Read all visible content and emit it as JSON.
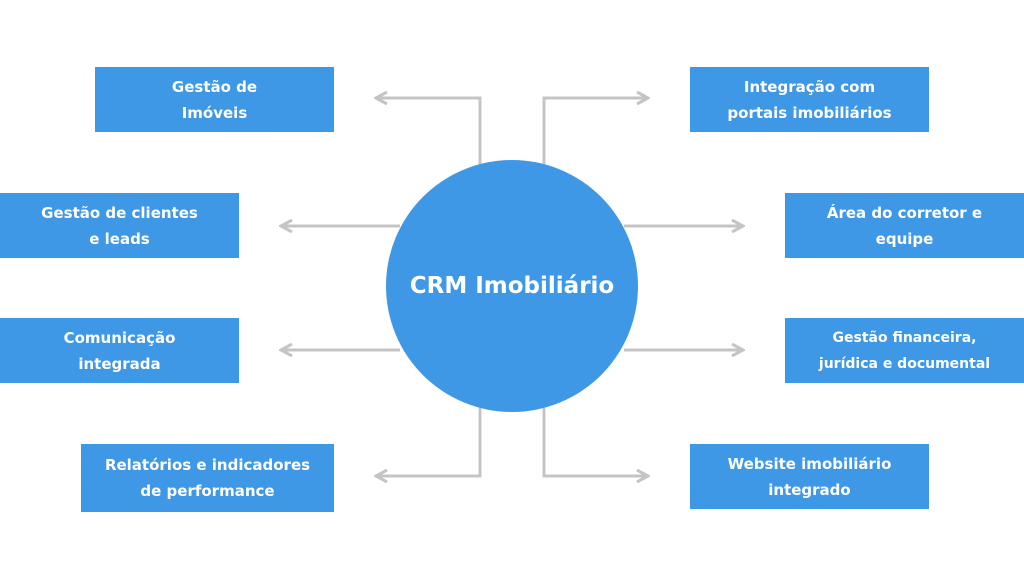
{
  "center": {
    "label": "CRM Imobiliário"
  },
  "left_nodes": [
    {
      "id": "gestao-imoveis",
      "label": "Gestão de\nImóveis"
    },
    {
      "id": "gestao-clientes",
      "label": "Gestão de clientes\ne leads"
    },
    {
      "id": "comunicacao",
      "label": "Comunicação\nintegrada"
    },
    {
      "id": "relatorios",
      "label": "Relatórios e indicadores\nde performance"
    }
  ],
  "right_nodes": [
    {
      "id": "integracao-portais",
      "label": "Integração com\nportais imobiliários"
    },
    {
      "id": "area-corretor",
      "label": "Área do corretor e\nequipe"
    },
    {
      "id": "gestao-financeira",
      "label": "Gestão financeira,\njurídica e documental"
    },
    {
      "id": "website",
      "label": "Website imobiliário\nintegrado"
    }
  ],
  "colors": {
    "box": "#3f98e6",
    "connector": "#c4c4c4",
    "text": "#ffffff",
    "background": "#ffffff"
  }
}
